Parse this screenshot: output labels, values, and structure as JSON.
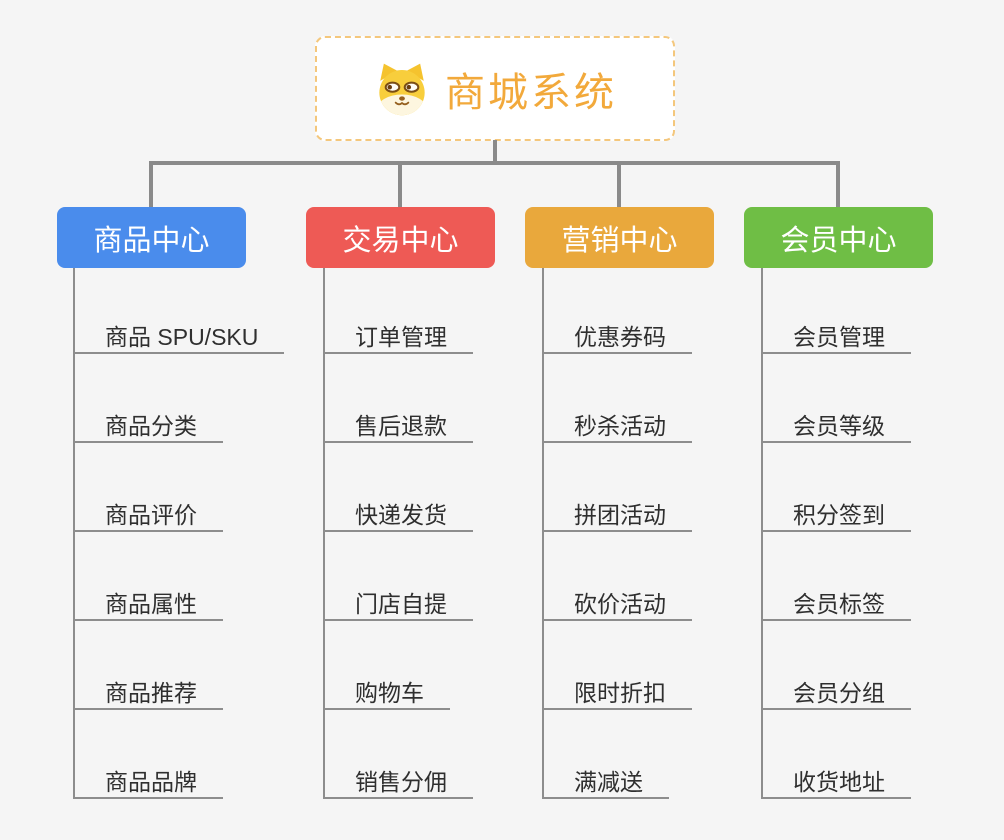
{
  "root": {
    "title": "商城系统",
    "icon": "dog-face-icon",
    "accent_color": "#F2A93B",
    "border_color": "#F4C77C"
  },
  "branches": [
    {
      "label": "商品中心",
      "color": "#4A8CEC",
      "children": [
        "商品 SPU/SKU",
        "商品分类",
        "商品评价",
        "商品属性",
        "商品推荐",
        "商品品牌"
      ]
    },
    {
      "label": "交易中心",
      "color": "#EE5A55",
      "children": [
        "订单管理",
        "售后退款",
        "快递发货",
        "门店自提",
        "购物车",
        "销售分佣"
      ]
    },
    {
      "label": "营销中心",
      "color": "#E9A83C",
      "children": [
        "优惠券码",
        "秒杀活动",
        "拼团活动",
        "砍价活动",
        "限时折扣",
        "满减送"
      ]
    },
    {
      "label": "会员中心",
      "color": "#6FBE45",
      "children": [
        "会员管理",
        "会员等级",
        "积分签到",
        "会员标签",
        "会员分组",
        "收货地址"
      ]
    }
  ],
  "colors": {
    "background": "#F5F5F5",
    "root_background": "#FFFFFF",
    "connector": "#8A8A8A",
    "child_line": "#8D8D8D",
    "child_text": "#2F2F2F"
  }
}
